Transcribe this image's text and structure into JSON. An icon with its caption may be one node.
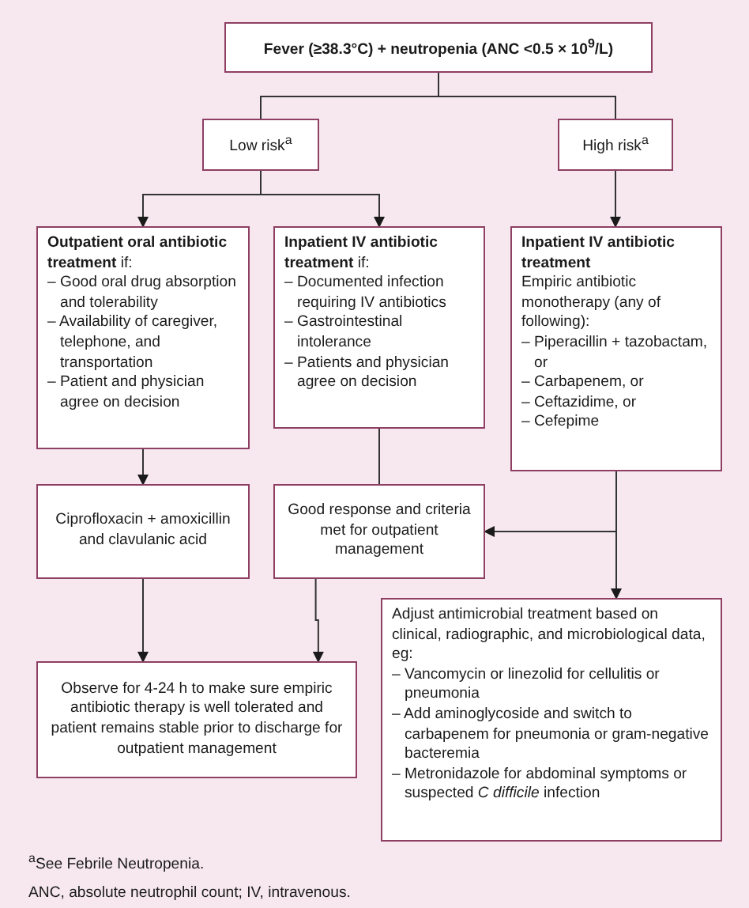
{
  "diagram": {
    "nodes": [
      {
        "text": [
          "Fever (≥38.3°C) + neutropenia (ANC <0.5 × 10$^{9}$/L)"
        ]
      },
      {
        "text": [
          "Low risk$^{a}$"
        ]
      },
      {
        "text": [
          "High risk$^{a}$"
        ]
      },
      {
        "text": [
          "**Outpatient oral antibiotic treatment** if:",
          "– Good oral drug absorption and tolerability",
          "– Availability of caregiver, telephone, and transportation",
          "– Patient and physician agree on decision"
        ]
      },
      {
        "text": [
          "**Inpatient IV antibiotic treatment** if:",
          "– Documented infection requiring IV antibiotics",
          "– Gastrointestinal intolerance",
          "– Patients and physician agree on decision"
        ]
      },
      {
        "text": [
          "Inpatient IV antibiotic treatment",
          "Empiric antibiotic monotherapy (any of following):",
          "– Piperacillin + tazobactam, or",
          "– Carbapenem, or",
          "– Ceftazidime, or",
          "– Cefepime"
        ]
      },
      {
        "text": [
          "Ciprofloxacin + amoxicillin and clavulanic acid"
        ]
      },
      {
        "text": [
          "Good response and criteria met for outpatient management"
        ]
      },
      {
        "text": [
          "Observe for 4-24 h to make sure empiric antibiotic therapy is well tolerated and patient remains stable prior to discharge for outpatient management"
        ]
      },
      {
        "text": [
          "Adjust antimicrobial treatment based on clinical, radiographic, and microbiological data, eg:",
          "– Vancomycin or linezolid for cellulitis or pneumonia",
          "– Add aminoglycoside and switch to carbapenem for pneumonia or gram-negative bacteremia",
          "– Metronidazole for abdominal symptoms or suspected *C difficile* infection"
        ]
      }
    ],
    "edges": [
      {
        "from": 0,
        "to": 1,
        "arrow": "none"
      },
      {
        "from": 0,
        "to": 2,
        "arrow": "none"
      },
      {
        "from": 1,
        "to": 3,
        "arrow": "to"
      },
      {
        "from": 1,
        "to": 4,
        "arrow": "to"
      },
      {
        "from": 2,
        "to": 5,
        "arrow": "to"
      },
      {
        "from": 3,
        "to": 6,
        "arrow": "to"
      },
      {
        "from": 4,
        "to": 7,
        "arrow": "none"
      },
      {
        "from": 5,
        "to": 7,
        "arrow": "to"
      },
      {
        "from": 5,
        "to": 9,
        "arrow": "to"
      },
      {
        "from": 6,
        "to": 8,
        "arrow": "to"
      },
      {
        "from": 7,
        "to": 8,
        "arrow": "to"
      }
    ],
    "labels": [
      "$^{a}$See Febrile Neutropenia.",
      "ANC, absolute neutrophil count; IV, intravenous."
    ]
  }
}
